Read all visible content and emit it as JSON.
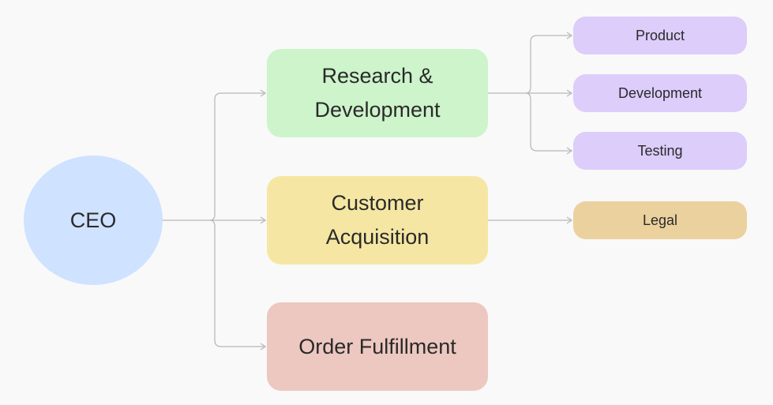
{
  "root": {
    "label": "CEO",
    "color": "#cfe2ff"
  },
  "departments": [
    {
      "label": "Research &\nDevelopment",
      "color": "#cdf4cb"
    },
    {
      "label": "Customer\nAcquisition",
      "color": "#f5e7a3"
    },
    {
      "label": "Order Fulfillment",
      "color": "#ecc8c0"
    }
  ],
  "teams": [
    {
      "label": "Product",
      "color": "#dccdfb"
    },
    {
      "label": "Development",
      "color": "#dccdfb"
    },
    {
      "label": "Testing",
      "color": "#dccdfb"
    },
    {
      "label": "Legal",
      "color": "#ebd19e"
    }
  ],
  "connector_color": "#b9b9b9"
}
